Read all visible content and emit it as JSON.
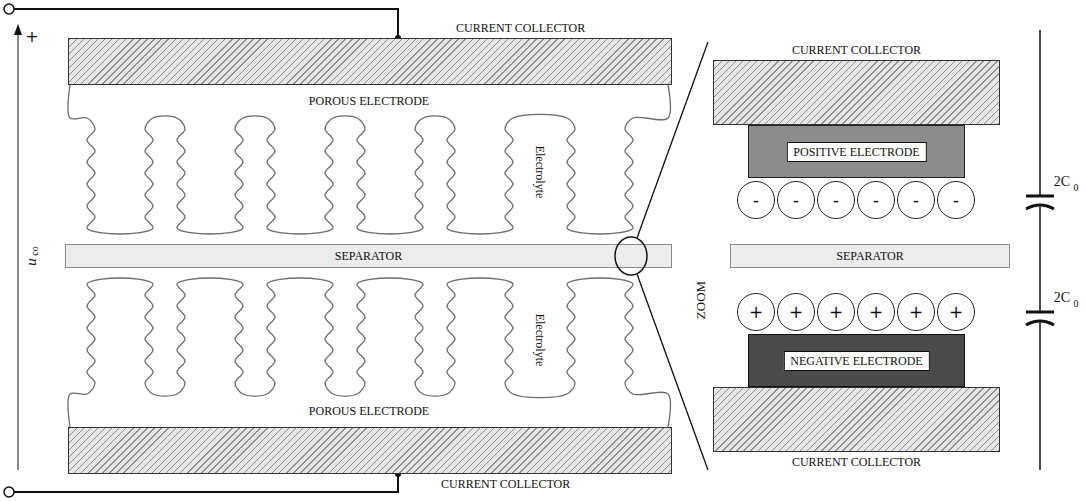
{
  "diagram": {
    "nodes": [
      {
        "text": [
          "CURRENT COLLECTOR"
        ]
      },
      {
        "text": [
          "POROUS ELECTRODE"
        ]
      },
      {
        "text": [
          "SEPARATOR"
        ]
      },
      {
        "text": [
          "POROUS ELECTRODE"
        ]
      },
      {
        "text": [
          "CURRENT COLLECTOR"
        ]
      },
      {
        "text": [
          "CURRENT COLLECTOR"
        ]
      },
      {
        "text": [
          "POSITIVE ELECTRODE"
        ]
      },
      {
        "text": [
          "-"
        ]
      },
      {
        "text": [
          "-"
        ]
      },
      {
        "text": [
          "-"
        ]
      },
      {
        "text": [
          "-"
        ]
      },
      {
        "text": [
          "-"
        ]
      },
      {
        "text": [
          "-"
        ]
      },
      {
        "text": [
          "SEPARATOR"
        ]
      },
      {
        "text": [
          "+"
        ]
      },
      {
        "text": [
          "+"
        ]
      },
      {
        "text": [
          "+"
        ]
      },
      {
        "text": [
          "+"
        ]
      },
      {
        "text": [
          "+"
        ]
      },
      {
        "text": [
          "+"
        ]
      },
      {
        "text": [
          "NEGATIVE ELECTRODE"
        ]
      },
      {
        "text": [
          "CURRENT COLLECTOR"
        ]
      }
    ],
    "labels": [
      "+",
      "u",
      "co",
      "Electrolyte",
      "Electrolyte",
      "ZOOM",
      "2C",
      "0",
      "2C",
      "0"
    ]
  }
}
